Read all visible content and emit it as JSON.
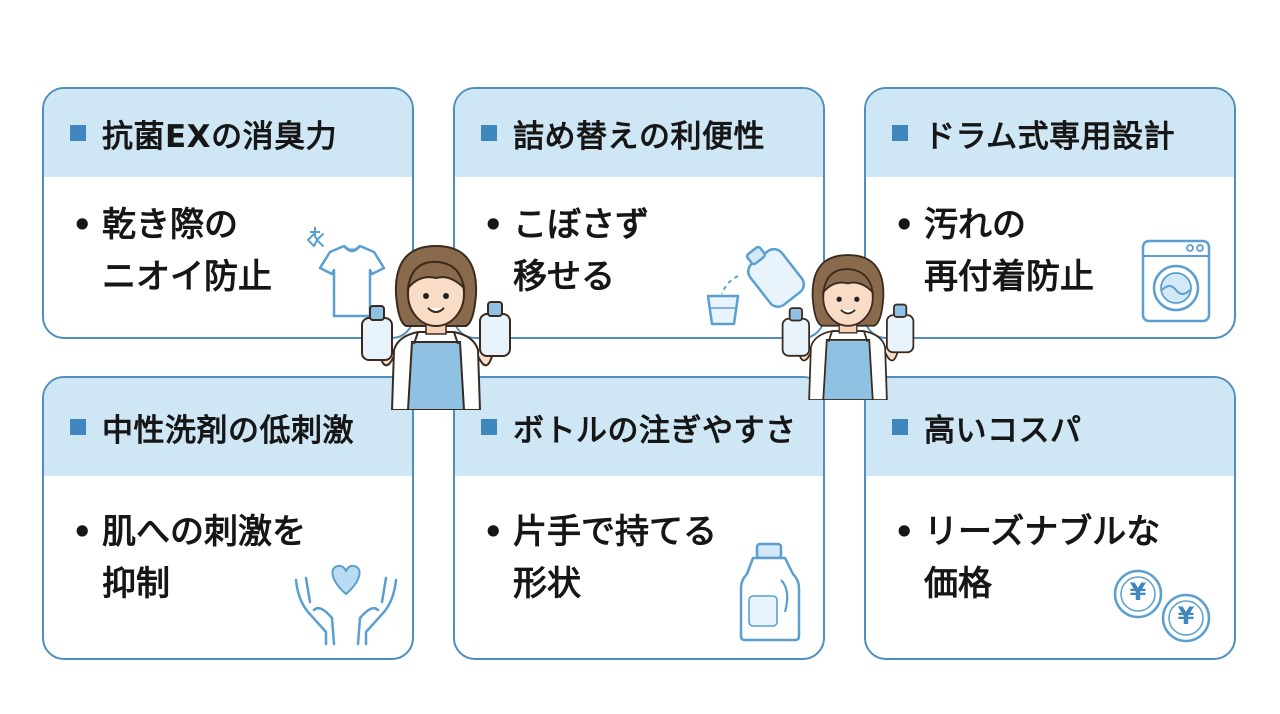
{
  "cards": [
    {
      "title": "抗菌EXの消臭力",
      "lines": [
        "乾き際の",
        "ニオイ防止"
      ],
      "icon": "tshirt-sparkle-icon"
    },
    {
      "title": "詰め替えの利便性",
      "lines": [
        "こぼさず",
        "移せる"
      ],
      "icon": "refill-pour-icon"
    },
    {
      "title": "ドラム式専用設計",
      "lines": [
        "汚れの",
        "再付着防止"
      ],
      "icon": "washing-machine-icon"
    },
    {
      "title": "中性洗剤の低刺激",
      "lines": [
        "肌への刺激を",
        "抑制"
      ],
      "icon": "hands-heart-icon"
    },
    {
      "title": "ボトルの注ぎやすさ",
      "lines": [
        "片手で持てる",
        "形状"
      ],
      "icon": "detergent-bottle-icon"
    },
    {
      "title": "高いコスパ",
      "lines": [
        "リーズナブルな",
        "価格"
      ],
      "icon": "yen-coins-icon",
      "coin_symbol": "¥"
    }
  ],
  "bullet": "•",
  "colors": {
    "header": "#cfe6f4",
    "border": "#4f8fbd",
    "accent": "#3f87be",
    "apron": "#8fc1e3"
  }
}
